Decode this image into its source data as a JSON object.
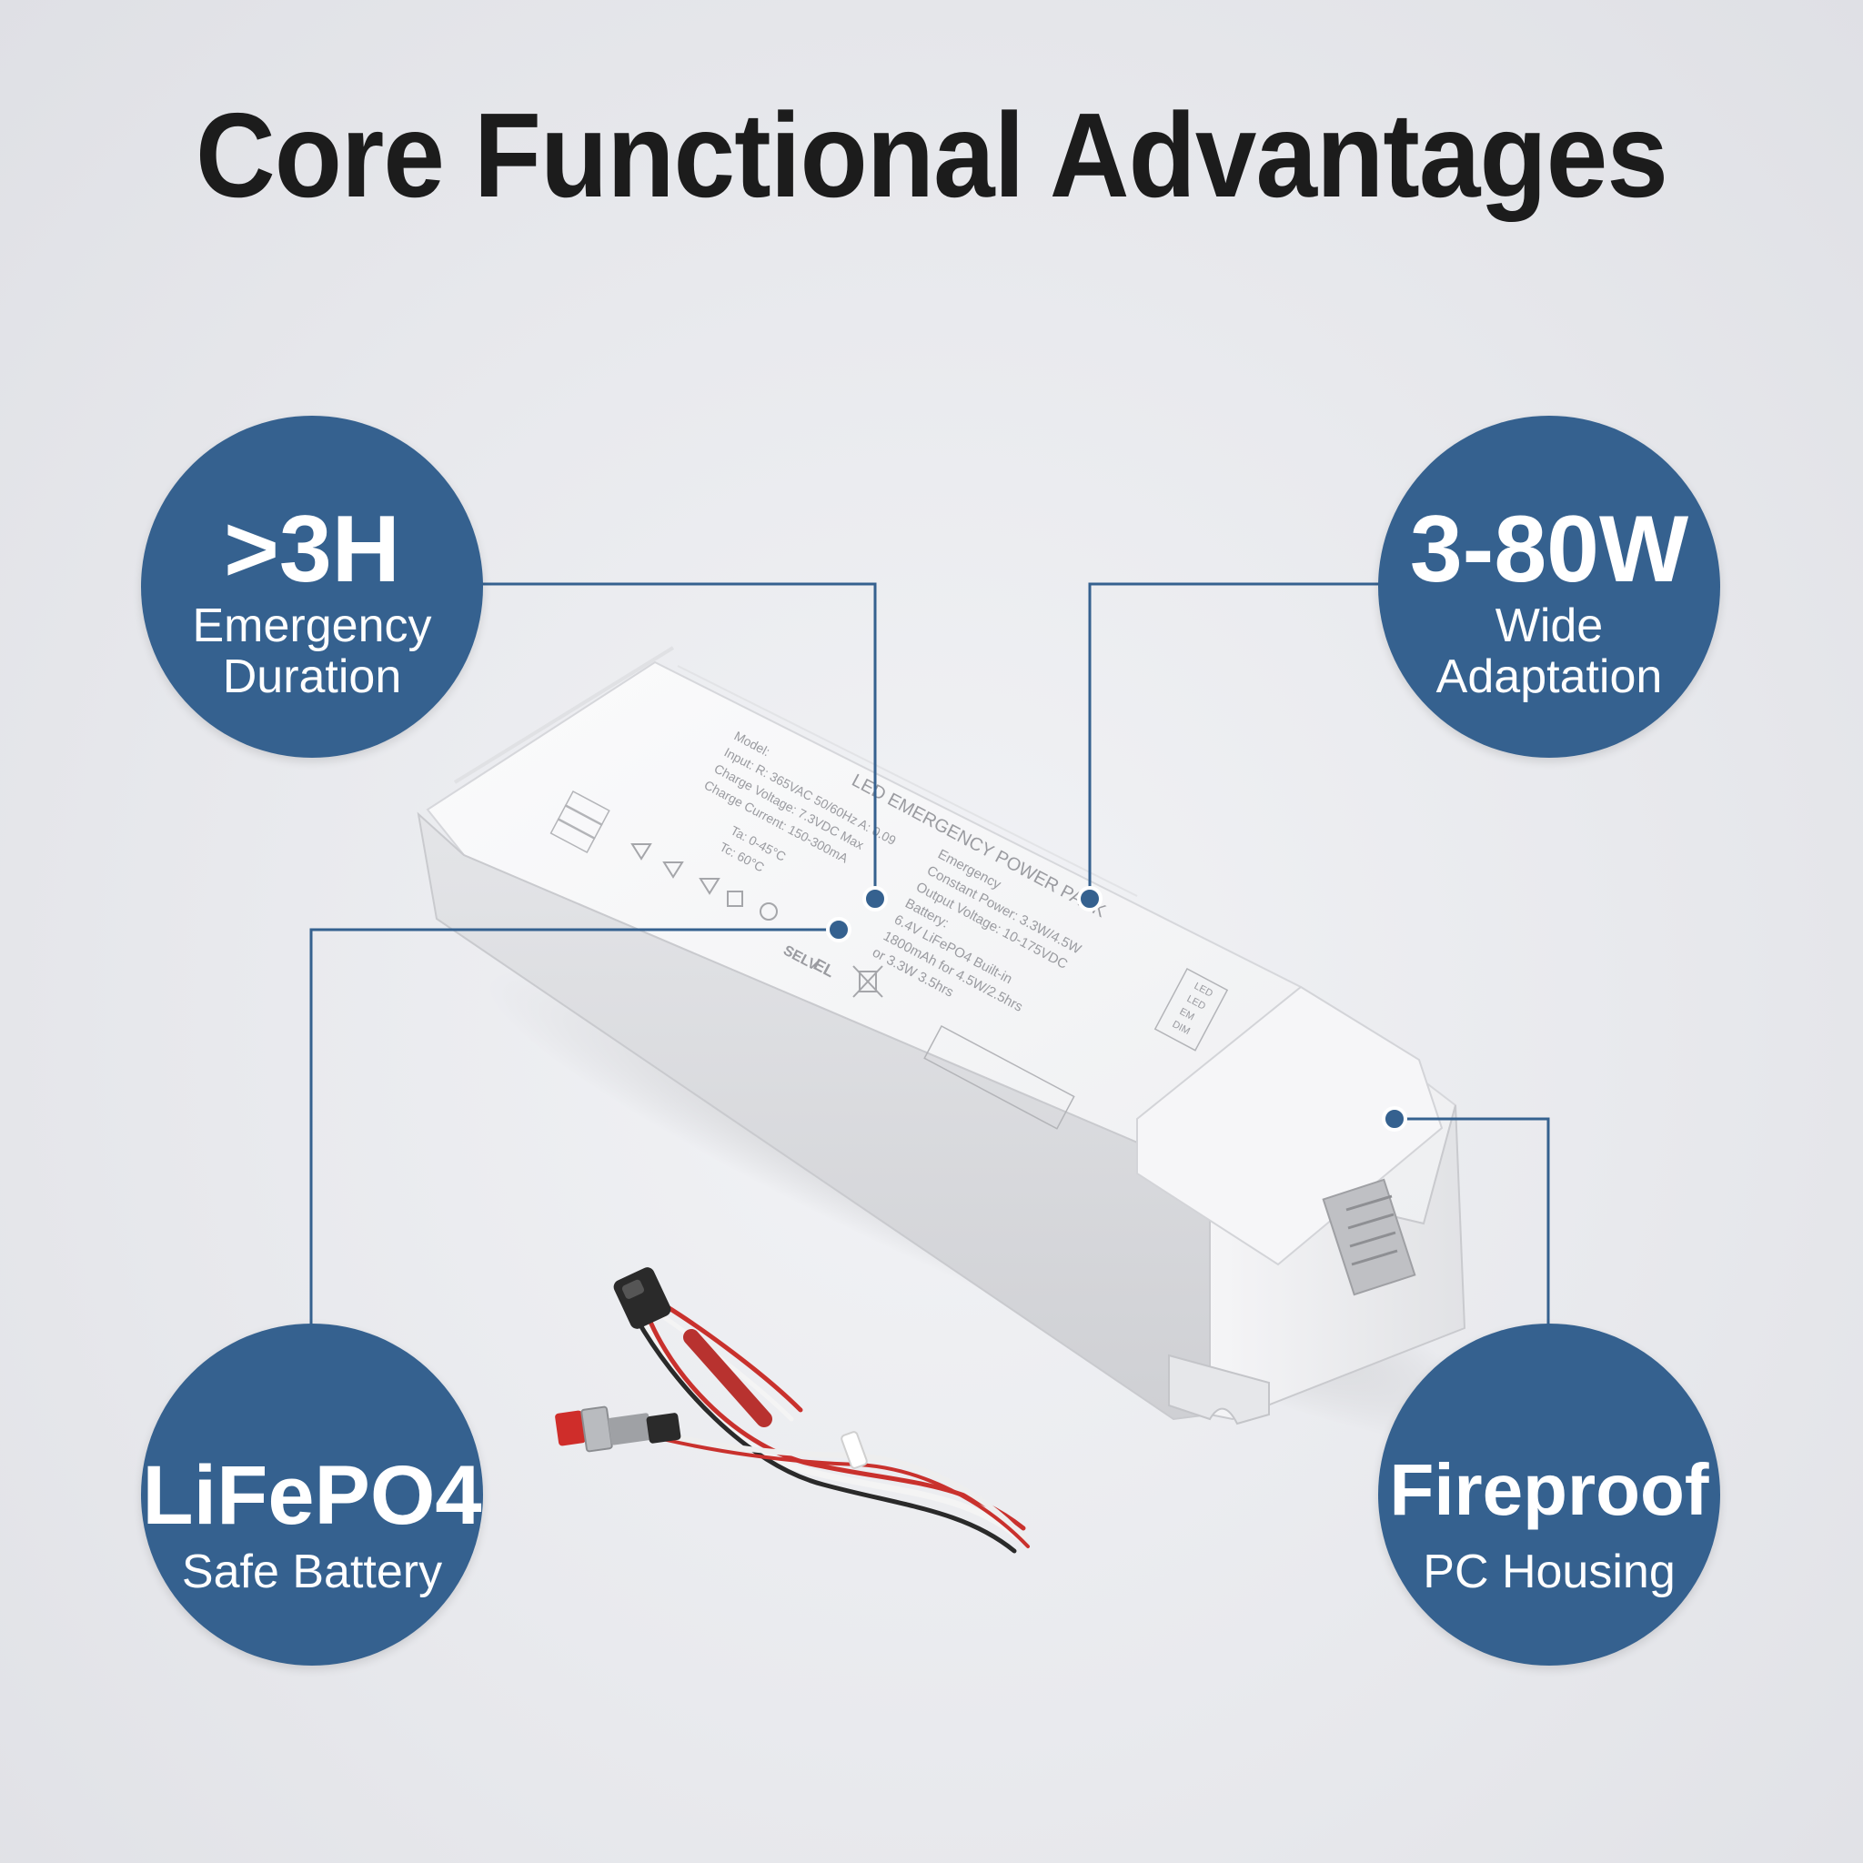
{
  "title": "Core Functional Advantages",
  "colors": {
    "accent": "#35618f",
    "title": "#1c1c1c"
  },
  "badges": {
    "duration": {
      "value": ">3H",
      "line1": "Emergency",
      "line2": "Duration"
    },
    "power": {
      "value": "3-80W",
      "line1": "Wide",
      "line2": "Adaptation"
    },
    "battery": {
      "value": "LiFePO4",
      "line1": "Safe Battery"
    },
    "housing": {
      "value": "Fireproof",
      "line1": "PC Housing"
    }
  },
  "product": {
    "label_heading": "LED EMERGENCY POWER PACK",
    "label_lines": [
      "Emergency",
      "Constant Power: 3.3W/4.5W",
      "Output Voltage: 10-175VDC",
      "Battery:",
      "6.4V LiFePO4  Built-in",
      "1800mAh for 4.5W/2.5hrs",
      "or 3.3W 3.5hrs"
    ],
    "label_left_lines": [
      "Model:",
      "Input: R: 365VAC 50/60Hz A: 0.09",
      "Charge Voltage: 7.3VDC Max",
      "Charge Current: 150-300mA",
      "Ta: 0-45°C",
      "Tc: 60°C"
    ],
    "marks": [
      "SELV",
      "EL"
    ],
    "port_labels": [
      "LED",
      "LED",
      "EM",
      "DIM"
    ]
  }
}
